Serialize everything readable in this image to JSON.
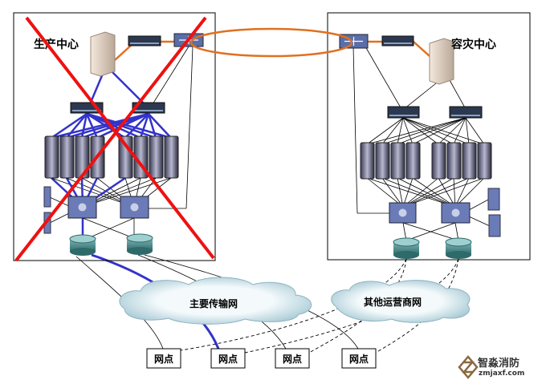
{
  "production_center": {
    "label": "生产中心",
    "status": "failed"
  },
  "dr_center": {
    "label": "容灾中心"
  },
  "networks": {
    "main": "主要传输网",
    "other": "其他运营商网"
  },
  "branches": [
    "网点",
    "网点",
    "网点",
    "网点"
  ],
  "watermark": {
    "name": "智淼消防",
    "site": "zmjaxf.com"
  },
  "colors": {
    "failure_cross": "#ee1111",
    "primary_link": "#3333cc",
    "ring": "#e07020",
    "link": "#000000"
  }
}
